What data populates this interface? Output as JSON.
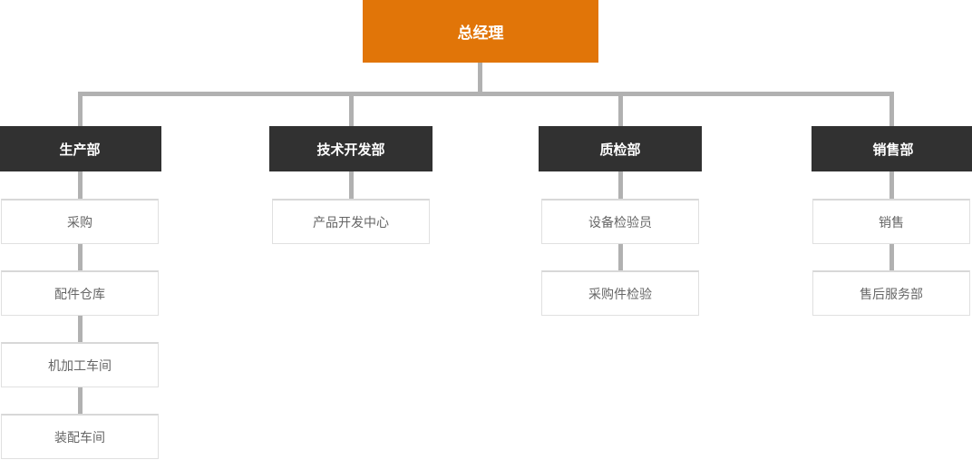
{
  "chart": {
    "type": "org-chart",
    "root": {
      "label": "总经理"
    },
    "departments": [
      {
        "label": "生产部",
        "children": [
          "采购",
          "配件仓库",
          "机加工车间",
          "装配车间"
        ]
      },
      {
        "label": "技术开发部",
        "children": [
          "产品开发中心"
        ]
      },
      {
        "label": "质检部",
        "children": [
          "设备检验员",
          "采购件检验"
        ]
      },
      {
        "label": "销售部",
        "children": [
          "销售",
          "售后服务部"
        ]
      }
    ],
    "colors": {
      "root_bg": "#e17508",
      "dept_bg": "#313131",
      "connector": "#b1b1b1",
      "leaf_border": "#e0e0e0",
      "leaf_text": "#666666",
      "root_text": "#ffffff"
    }
  }
}
